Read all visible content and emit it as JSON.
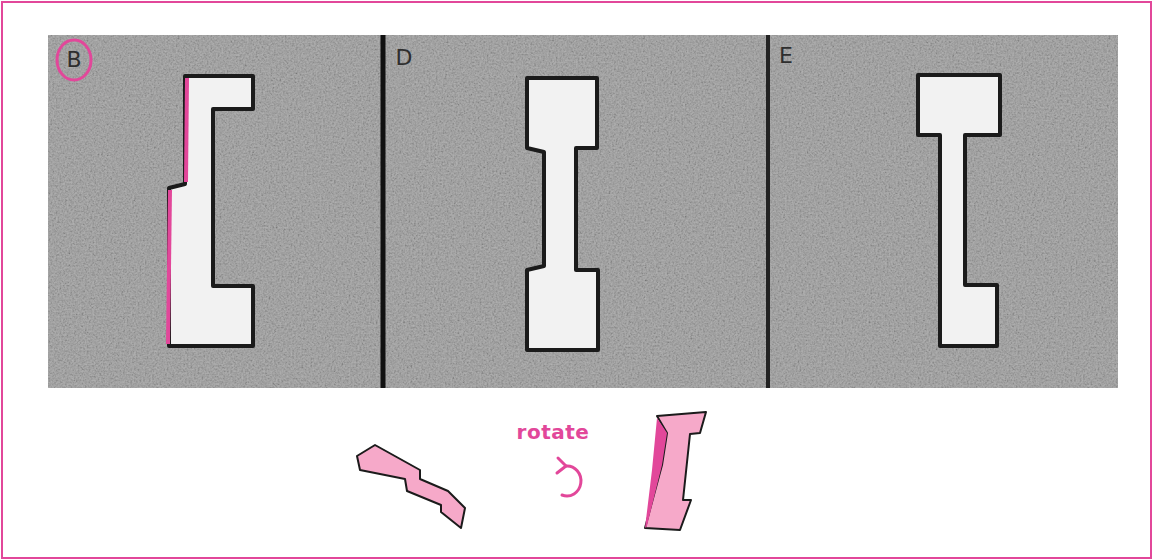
{
  "diagram": {
    "labels": [
      "B",
      "D",
      "E",
      "rotate"
    ]
  }
}
